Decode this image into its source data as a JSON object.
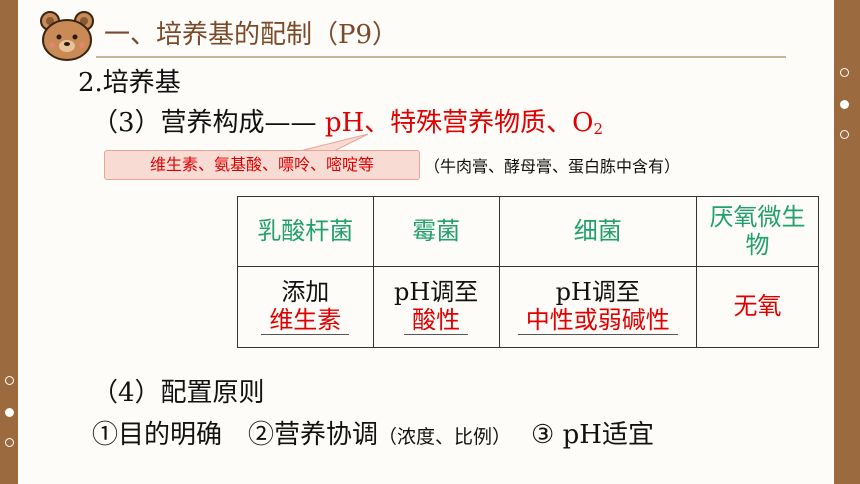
{
  "title": "一、培养基的配制（P9）",
  "heading": "2.培养基",
  "section3": {
    "label": "（3）营养构成——",
    "red_text": "pH、特殊营养物质、O",
    "subscript": "2"
  },
  "callout": {
    "text": "维生素、氨基酸、嘌呤、嘧啶等",
    "note": "（牛肉膏、酵母膏、蛋白胨中含有）"
  },
  "table": {
    "headers": [
      "乳酸杆菌",
      "霉菌",
      "细菌",
      "厌氧微生物"
    ],
    "row": {
      "c1_prefix": "添加",
      "c1_value": "维生素",
      "c2_prefix": "pH调至",
      "c2_value": "酸性",
      "c3_prefix": "pH调至",
      "c3_value": "中性或弱碱性",
      "c4_value": "无氧"
    }
  },
  "section4": {
    "label": "（4）配置原则"
  },
  "principles": {
    "p1": "①目的明确",
    "p2": "②营养协调",
    "p2_note": "（浓度、比例）",
    "p3": "③ pH适宜"
  },
  "colors": {
    "frame": "#9b6a3e",
    "title": "#7a4a2a",
    "red": "#e00000",
    "green": "#22a06b",
    "callout_bg": "#f8dcd4"
  }
}
